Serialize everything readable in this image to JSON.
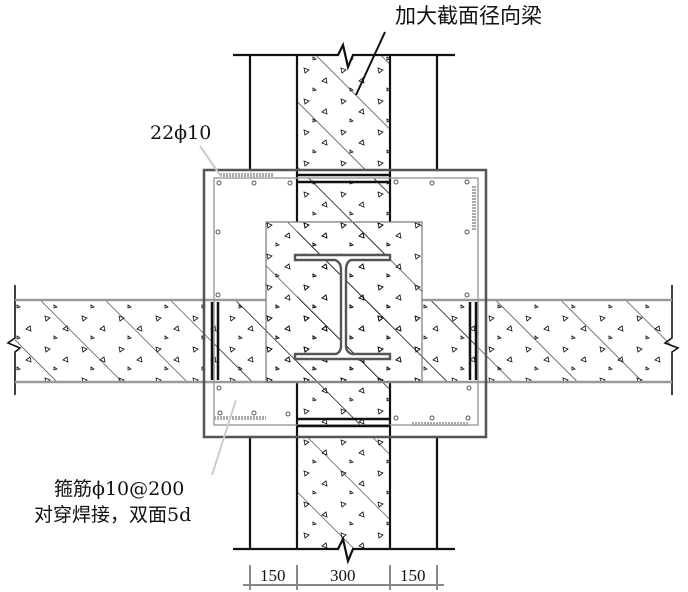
{
  "labels": {
    "title": "加大截面径向梁",
    "rebar": "22ϕ10",
    "stirrup_line1": "箍筋ϕ10@200",
    "stirrup_line2": "对穿焊接，双面5d"
  },
  "dimensions": [
    "150",
    "300",
    "150"
  ],
  "colors": {
    "line": "#111111",
    "gray": "#8a8a8a",
    "light": "#bdbdbd"
  }
}
